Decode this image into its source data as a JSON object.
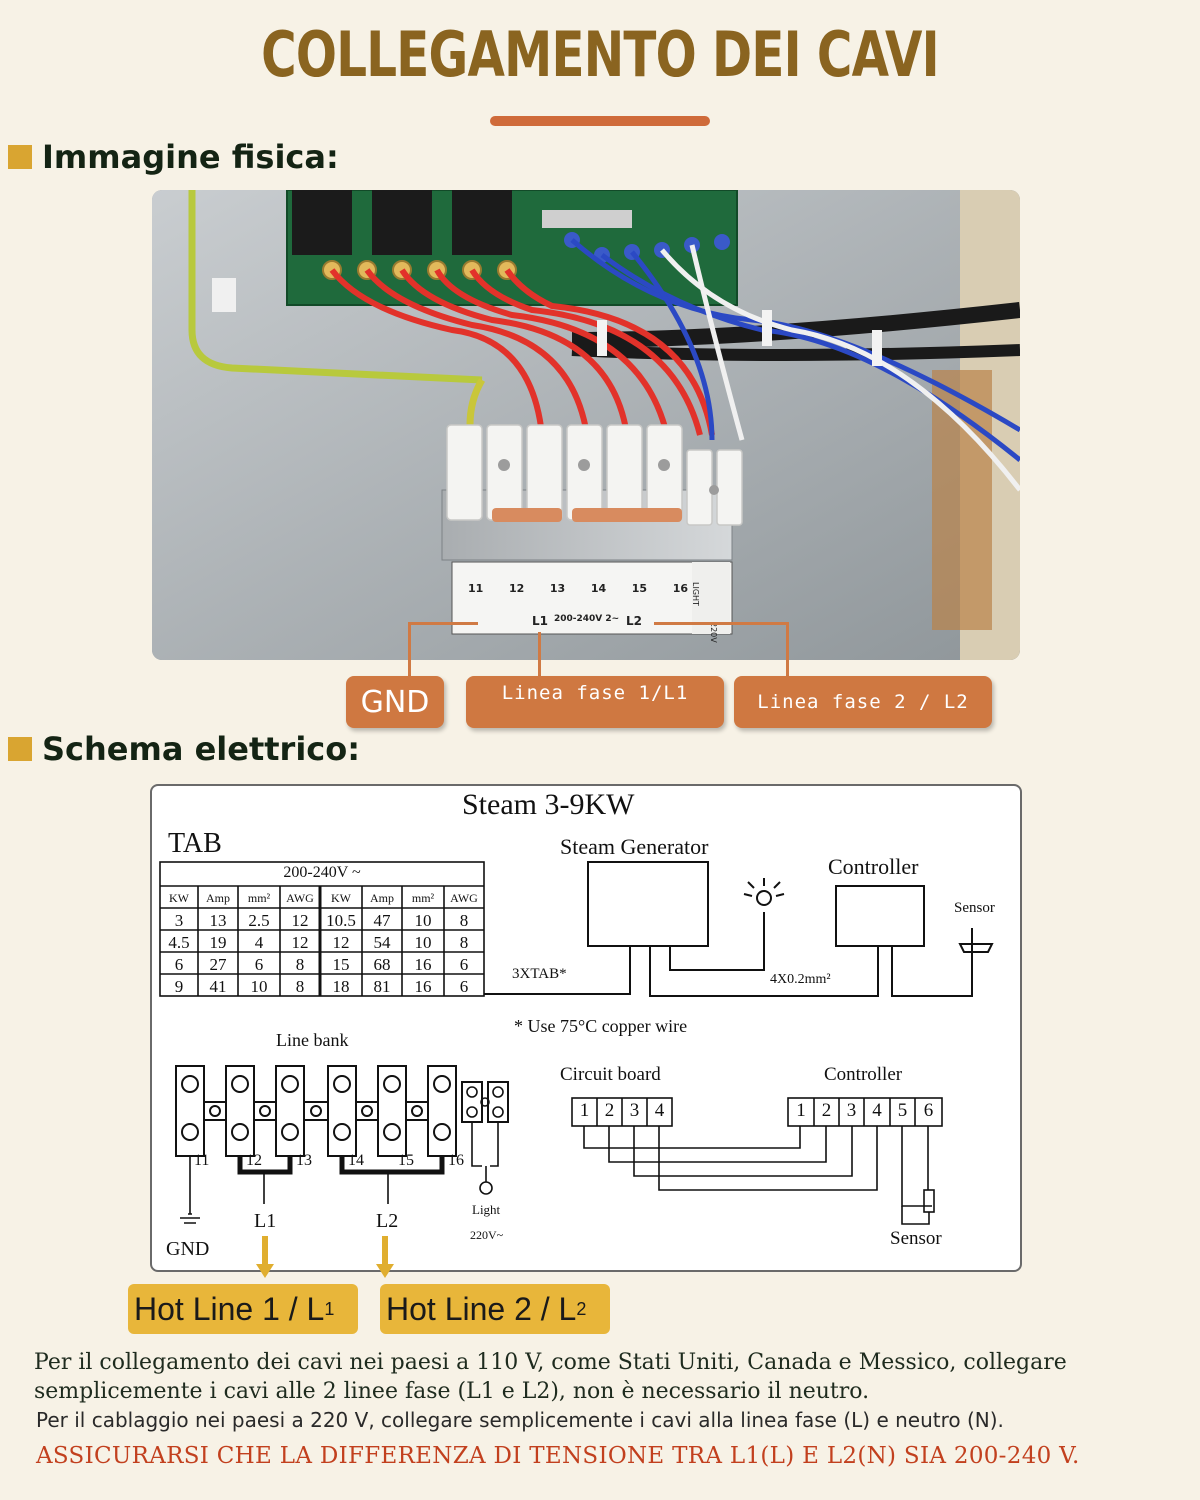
{
  "header": {
    "title": "COLLEGAMENTO DEI CAVI"
  },
  "sections": {
    "physical": "Immagine fisica:",
    "schematic": "Schema elettrico:"
  },
  "photo": {
    "terminal_numbers": [
      "11",
      "12",
      "13",
      "14",
      "15",
      "16"
    ],
    "label_l1": "L1",
    "label_voltage": "200-240V  2~",
    "label_l2": "L2",
    "label_light": "LIGHT",
    "label_220": "220V"
  },
  "callouts": {
    "gnd": "GND",
    "l1": "Linea fase 1/L1",
    "l2": "Linea fase 2 / L2"
  },
  "diagram": {
    "title": "Steam 3-9KW",
    "tab_label": "TAB",
    "table": {
      "voltage_header": "200-240V ~",
      "columns": [
        "KW",
        "Amp",
        "mm²",
        "AWG",
        "KW",
        "Amp",
        "mm²",
        "AWG"
      ],
      "rows": [
        [
          "3",
          "13",
          "2.5",
          "12",
          "10.5",
          "47",
          "10",
          "8"
        ],
        [
          "4.5",
          "19",
          "4",
          "12",
          "12",
          "54",
          "10",
          "8"
        ],
        [
          "6",
          "27",
          "6",
          "8",
          "15",
          "68",
          "16",
          "6"
        ],
        [
          "9",
          "41",
          "10",
          "8",
          "18",
          "81",
          "16",
          "6"
        ]
      ]
    },
    "steam_generator": "Steam Generator",
    "controller_top": "Controller",
    "sensor_top": "Sensor",
    "wire_3xtab": "3XTAB*",
    "wire_4x": "4X0.2mm²",
    "copper_note": "* Use 75°C copper wire",
    "line_bank": "Line bank",
    "terminals": [
      "11",
      "12",
      "13",
      "14",
      "15",
      "16"
    ],
    "light": "Light",
    "light_voltage": "220V~",
    "gnd": "GND",
    "l1": "L1",
    "l2": "L2",
    "circuit_board": "Circuit board",
    "circuit_pins": [
      "1",
      "2",
      "3",
      "4"
    ],
    "controller_bottom": "Controller",
    "controller_pins": [
      "1",
      "2",
      "3",
      "4",
      "5",
      "6"
    ],
    "sensor_bottom": "Sensor"
  },
  "hot_lines": {
    "l1_text": "Hot Line 1 / L",
    "l1_sub": "1",
    "l2_text": "Hot Line 2 / L",
    "l2_sub": "2"
  },
  "notes": {
    "p1_line1": "Per il collegamento dei cavi nei paesi a 110 V, come Stati Uniti, Canada e Messico, collegare",
    "p1_line2": "semplicemente i cavi alle 2 linee fase (L1 e L2), non è necessario il neutro.",
    "p2": "Per il cablaggio nei paesi a 220 V, collegare semplicemente i cavi alla linea fase (L) e neutro (N).",
    "warning": "ASSICURARSI CHE LA DIFFERENZA DI TENSIONE TRA L1(L) E L2(N) SIA 200-240 V."
  },
  "colors": {
    "title": "#8a6420",
    "accent_bar": "#cf6b3a",
    "section_square": "#d9a531",
    "callout": "#cf7841",
    "hot_line": "#e8b63a",
    "warning": "#c2401e"
  }
}
